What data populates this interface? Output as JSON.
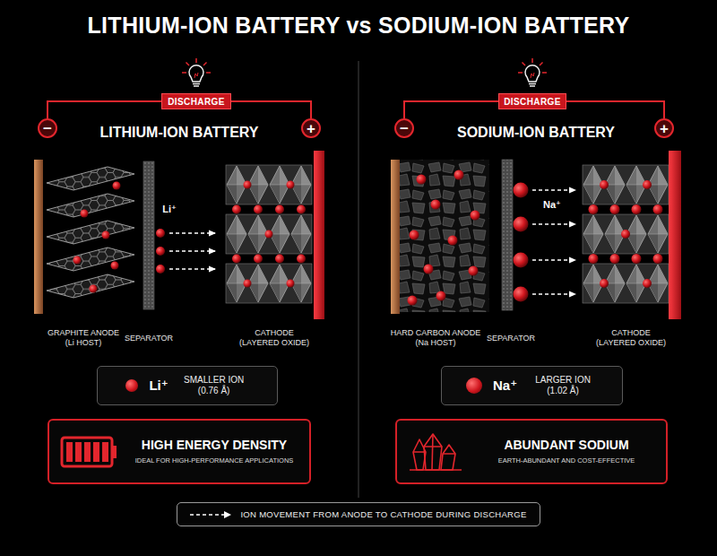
{
  "diagram": {
    "title": "LITHIUM-ION BATTERY vs SODIUM-ION BATTERY",
    "nodes": [
      {
        "text": [
          "DISCHARGE"
        ]
      },
      {
        "text": [
          "−"
        ]
      },
      {
        "text": [
          "+"
        ]
      },
      {
        "text": [
          "Li⁺",
          "SMALLER ION (0.76 Å)"
        ]
      },
      {
        "text": [
          "HIGH ENERGY DENSITY",
          "IDEAL FOR HIGH-PERFORMANCE APPLICATIONS"
        ]
      },
      {
        "text": [
          "DISCHARGE"
        ]
      },
      {
        "text": [
          "−"
        ]
      },
      {
        "text": [
          "+"
        ]
      },
      {
        "text": [
          "Na⁺",
          "LARGER ION (1.02 Å)"
        ]
      },
      {
        "text": [
          "ABUNDANT SODIUM",
          "EARTH-ABUNDANT AND COST-EFFECTIVE"
        ]
      }
    ],
    "edges": [
      {
        "from": 1,
        "to": 0,
        "arrow": "none"
      },
      {
        "from": 0,
        "to": 2,
        "arrow": "none"
      },
      {
        "from": 6,
        "to": 5,
        "arrow": "none"
      },
      {
        "from": 5,
        "to": 7,
        "arrow": "none"
      }
    ],
    "labels": [
      "LITHIUM-ION BATTERY",
      "Li⁺",
      "GRAPHITE ANODE (Li HOST)",
      "SEPARATOR",
      "CATHODE (LAYERED OXIDE)",
      "SODIUM-ION BATTERY",
      "Na⁺",
      "HARD CARBON ANODE (Na HOST)",
      "SEPARATOR",
      "CATHODE (LAYERED OXIDE)"
    ],
    "legend": [
      {
        "text": "ION MOVEMENT FROM ANODE TO CATHODE DURING DISCHARGE"
      }
    ]
  }
}
